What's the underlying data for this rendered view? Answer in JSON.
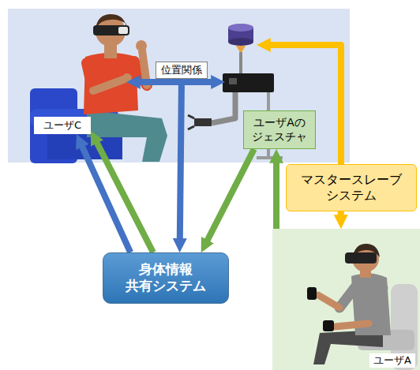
{
  "diagram": {
    "nodes": [
      {
        "text": [
          "ユーザC"
        ]
      },
      {
        "text": [
          "位置関係"
        ]
      },
      {
        "text": [
          "ユーザAの ジェスチャ"
        ]
      },
      {
        "text": [
          "マスタースレーブ システム"
        ]
      },
      {
        "text": [
          "身体情報 共有システム"
        ]
      },
      {
        "text": [
          "ユーザA"
        ]
      }
    ],
    "edges": [
      {
        "from": 1,
        "to": 4,
        "arrow": "to"
      },
      {
        "from": 4,
        "to": 0,
        "arrow": "to"
      },
      {
        "from": 4,
        "to": 0,
        "arrow": "to"
      },
      {
        "from": 2,
        "to": 4,
        "arrow": "to"
      },
      {
        "from": 5,
        "to": 2,
        "arrow": "to"
      },
      {
        "from": 3,
        "to": 5,
        "arrow": "to"
      }
    ]
  }
}
